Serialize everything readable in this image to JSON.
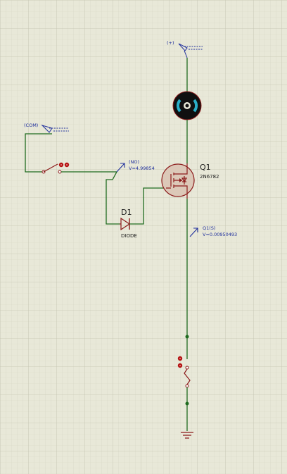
{
  "terminals": {
    "power": "(+)",
    "com": "(COM)"
  },
  "probes": {
    "no": {
      "name": "(NO)",
      "value": "V=4.99854"
    },
    "q1s": {
      "name": "Q1(S)",
      "value": "V=0.00950493"
    }
  },
  "components": {
    "q1": {
      "ref": "Q1",
      "part": "2N6782"
    },
    "d1": {
      "ref": "D1",
      "part": "DIODE"
    }
  },
  "colors": {
    "background": "#e8e8d8",
    "grid_minor": "#d6d6c4",
    "grid_major": "#c4c4b0",
    "wire": "#1f6b1f",
    "probe_blue": "#1f2f9c",
    "component_maroon": "#8b1a1a",
    "switch_red": "#b31212",
    "motor_cyan": "#2aaec8"
  }
}
